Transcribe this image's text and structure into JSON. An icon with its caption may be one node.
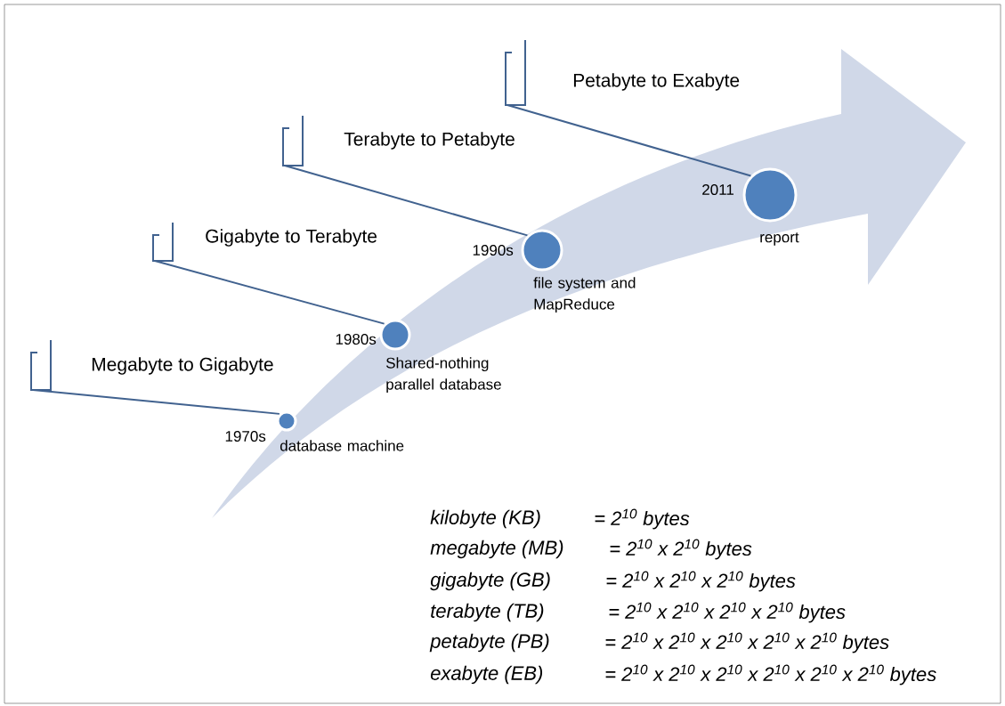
{
  "diagram": {
    "nodes": [
      {
        "text": [
          "Megabyte to Gigabyte"
        ]
      },
      {
        "text": [],
        "shape": "circle",
        "beside": [
          "1970s",
          "database machine"
        ]
      },
      {
        "text": [
          "Gigabyte to Terabyte"
        ]
      },
      {
        "text": [],
        "shape": "circle",
        "beside": [
          "1980s",
          "Shared-nothing parallel database"
        ]
      },
      {
        "text": [
          "Terabyte to Petabyte"
        ]
      },
      {
        "text": [],
        "shape": "circle",
        "beside": [
          "1990s",
          "file system and MapReduce"
        ]
      },
      {
        "text": [
          "Petabyte to Exabyte"
        ]
      },
      {
        "text": [],
        "shape": "circle",
        "beside": [
          "2011",
          "report"
        ]
      }
    ],
    "edges": [
      {
        "from": 0,
        "to": 1,
        "arrow": "none"
      },
      {
        "from": 2,
        "to": 3,
        "arrow": "none"
      },
      {
        "from": 4,
        "to": 5,
        "arrow": "none"
      },
      {
        "from": 6,
        "to": 7,
        "arrow": "none"
      }
    ],
    "labels": [
      "kilobyte (KB)",
      "= 2$^{10}$ bytes",
      "megabyte (MB)",
      "= 2$^{10}$ x 2$^{10}$ bytes",
      "gigabyte (GB)",
      "= 2$^{10}$ x 2$^{10}$ x 2$^{10}$ bytes",
      "terabyte (TB)",
      "= 2$^{10}$ x 2$^{10}$ x 2$^{10}$ x 2$^{10}$ bytes",
      "petabyte (PB)",
      "= 2$^{10}$ x 2$^{10}$ x 2$^{10}$ x 2$^{10}$ x 2$^{10}$ bytes",
      "exabyte (EB)",
      "= 2$^{10}$ x 2$^{10}$ x 2$^{10}$ x 2$^{10}$ x 2$^{10}$ x 2$^{10}$ bytes"
    ]
  }
}
